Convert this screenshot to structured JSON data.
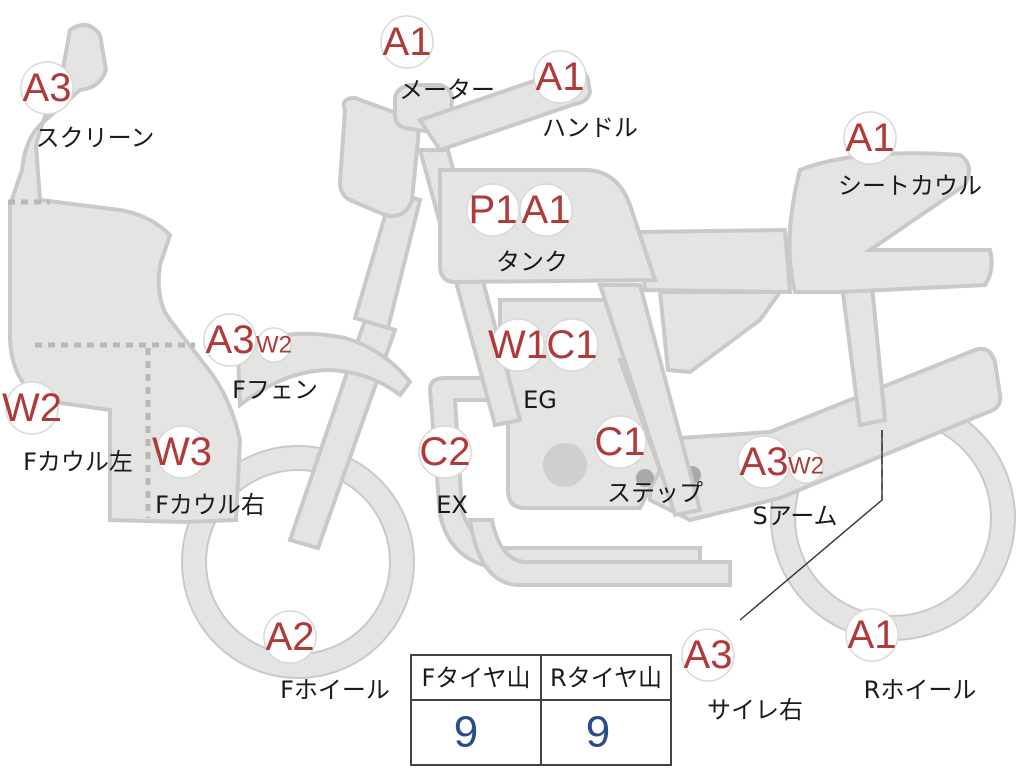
{
  "parts": [
    {
      "id": "screen",
      "label": "スクリーン",
      "grades": [
        "A3"
      ]
    },
    {
      "id": "meter",
      "label": "メーター",
      "grades": [
        "A1"
      ]
    },
    {
      "id": "handle",
      "label": "ハンドル",
      "grades": [
        "A1"
      ]
    },
    {
      "id": "seat-cowl",
      "label": "シートカウル",
      "grades": [
        "A1"
      ]
    },
    {
      "id": "tank",
      "label": "タンク",
      "grades": [
        "P1",
        "A1"
      ]
    },
    {
      "id": "f-fender",
      "label": "Fフェン",
      "grades": [
        "A3",
        "W2"
      ]
    },
    {
      "id": "engine",
      "label": "EG",
      "grades": [
        "W1",
        "C1"
      ]
    },
    {
      "id": "f-cowl-left",
      "label": "Fカウル左",
      "grades": [
        "W2"
      ]
    },
    {
      "id": "f-cowl-right",
      "label": "Fカウル右",
      "grades": [
        "W3"
      ]
    },
    {
      "id": "exhaust",
      "label": "EX",
      "grades": [
        "C2"
      ]
    },
    {
      "id": "step",
      "label": "ステップ",
      "grades": [
        "C1"
      ]
    },
    {
      "id": "swing-arm",
      "label": "Sアーム",
      "grades": [
        "A3",
        "W2"
      ]
    },
    {
      "id": "f-wheel",
      "label": "Fホイール",
      "grades": [
        "A2"
      ]
    },
    {
      "id": "silencer-right",
      "label": "サイレ右",
      "grades": [
        "A3"
      ]
    },
    {
      "id": "r-wheel",
      "label": "Rホイール",
      "grades": [
        "A1"
      ]
    }
  ],
  "tire_table": {
    "headers": [
      "Fタイヤ山",
      "Rタイヤ山"
    ],
    "values": [
      "9",
      "9"
    ]
  },
  "colors": {
    "grade_text": "#b03a3a",
    "tire_value": "#2c4a8c",
    "body_fill": "#e4e5e2"
  }
}
